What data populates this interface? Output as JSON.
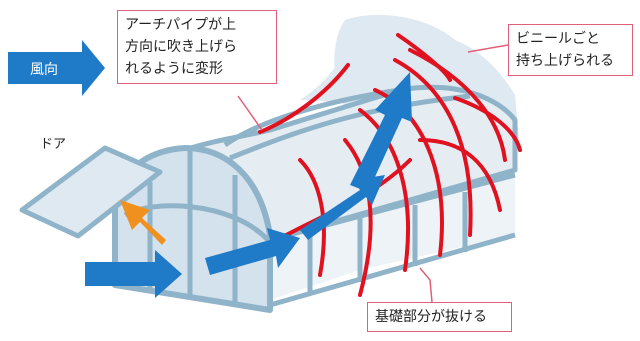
{
  "wind_label": "風向",
  "door_label": "ドア",
  "callout_arch": [
    "アーチパイプが上",
    "方向に吹き上げら",
    "れるように変形"
  ],
  "callout_vinyl": [
    "ビニールごと",
    "持ち上げられる"
  ],
  "callout_base": "基礎部分が抜ける",
  "colors": {
    "frame": "#8fb3c9",
    "sheet": "#dfe9f1",
    "wind_arrow": "#1f7bc8",
    "inner_arrow": "#f0901e",
    "deformed_arch": "#e01220",
    "callout_border": "#e0607a"
  }
}
